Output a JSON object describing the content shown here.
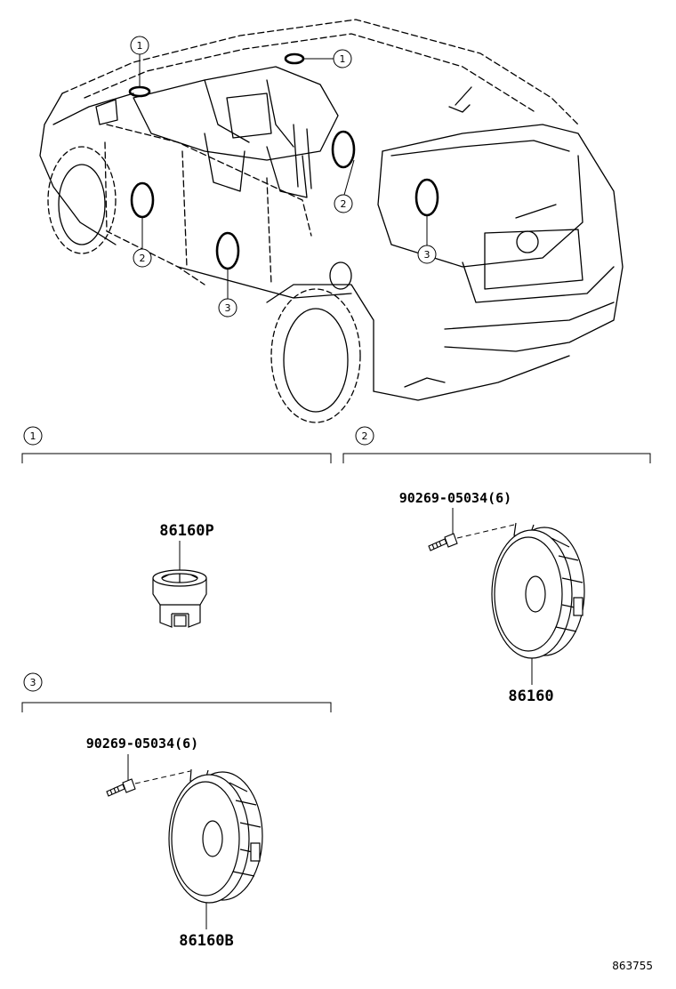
{
  "callouts": {
    "one": "1",
    "two": "2",
    "three": "3"
  },
  "parts": {
    "tweeter": "86160P",
    "front_speaker": "86160",
    "rear_speaker": "86160B",
    "screw_front": "90269-05034(6)",
    "screw_rear": "90269-05034(6)"
  },
  "diagram_ref": "863755"
}
